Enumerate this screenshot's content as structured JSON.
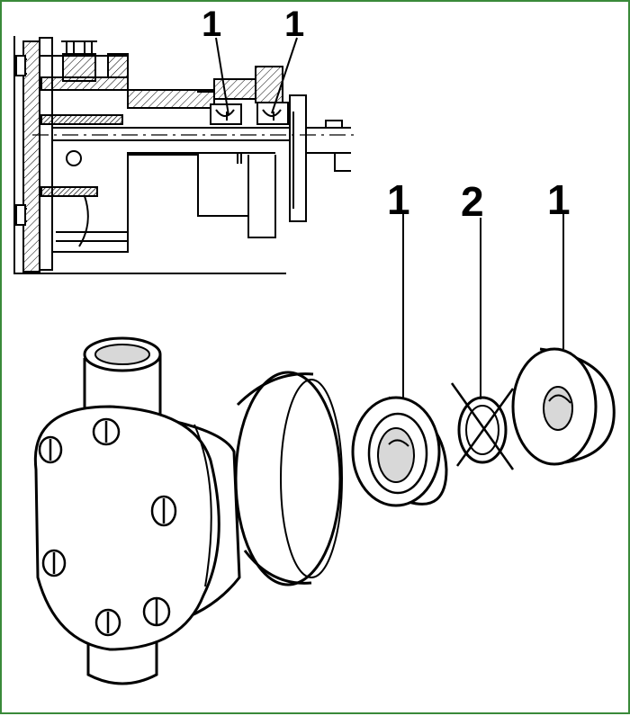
{
  "figure": {
    "colors": {
      "frame": "#3a8a3a",
      "ink": "#000000",
      "paper": "#ffffff",
      "shade": "#d8d8d8"
    },
    "callouts": {
      "section_left": "1",
      "section_right": "1",
      "seal_front": "1",
      "gasket": "2",
      "seal_rear": "1"
    }
  }
}
